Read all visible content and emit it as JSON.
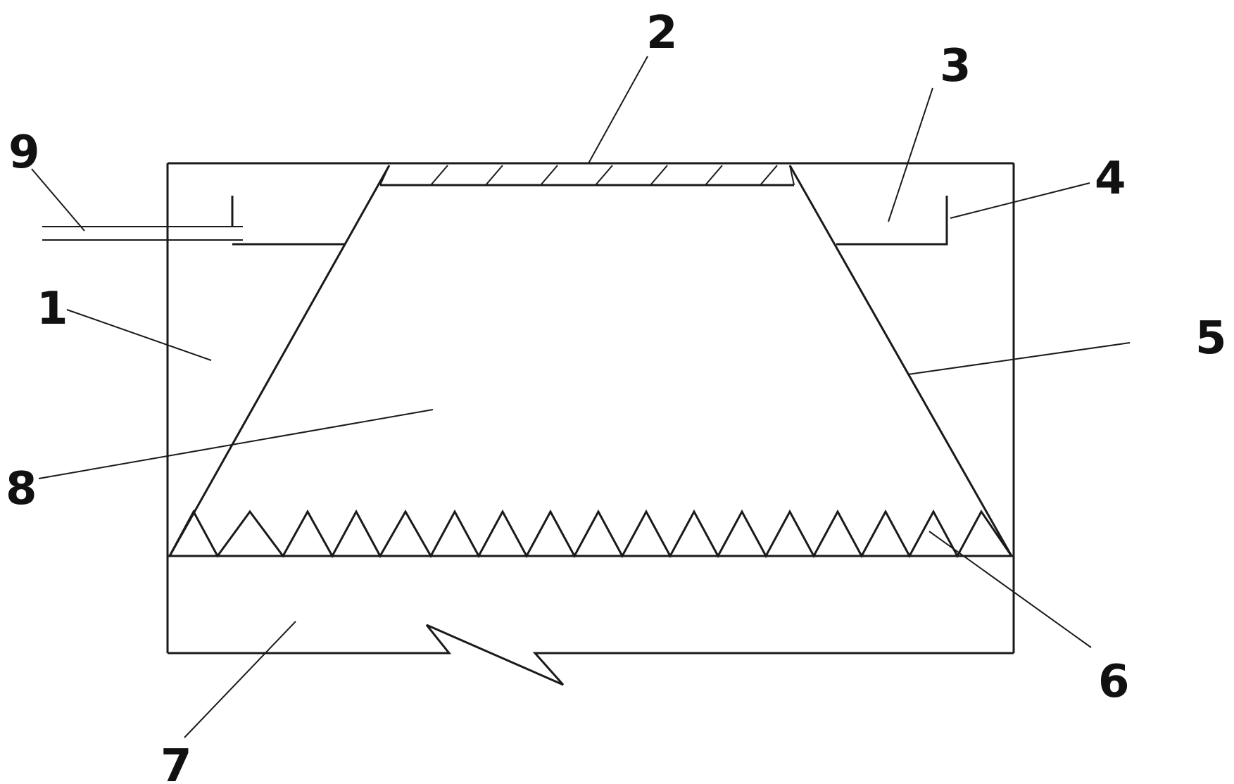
{
  "diagram": {
    "callouts": [
      {
        "id": "1",
        "label": "1"
      },
      {
        "id": "2",
        "label": "2"
      },
      {
        "id": "3",
        "label": "3"
      },
      {
        "id": "4",
        "label": "4"
      },
      {
        "id": "5",
        "label": "5"
      },
      {
        "id": "6",
        "label": "6"
      },
      {
        "id": "7",
        "label": "7"
      },
      {
        "id": "8",
        "label": "8"
      },
      {
        "id": "9",
        "label": "9"
      }
    ],
    "colors": {
      "line": "#1a1a1a",
      "text": "#111111",
      "background": "#ffffff"
    }
  }
}
